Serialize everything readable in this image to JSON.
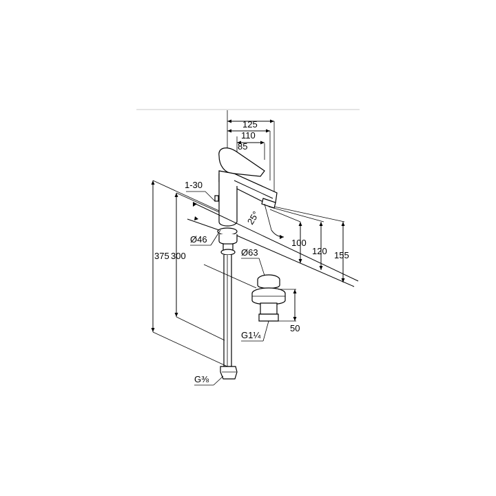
{
  "dimensions": {
    "width_125": "125",
    "width_110": "110",
    "width_85": "85",
    "tap_hole_range": "1-30",
    "lever_angle": "25°",
    "base_diameter": "Ø46",
    "waste_diameter": "Ø63",
    "spout_height_100": "100",
    "spout_height_120": "120",
    "spout_height_155": "155",
    "total_height_375": "375",
    "hose_length_300": "300",
    "waste_depth_50": "50",
    "waste_thread": "G1¼",
    "supply_thread": "G⅜"
  },
  "colors": {
    "line": "#000000",
    "background": "#ffffff",
    "header_rule": "#dcdcdc"
  }
}
